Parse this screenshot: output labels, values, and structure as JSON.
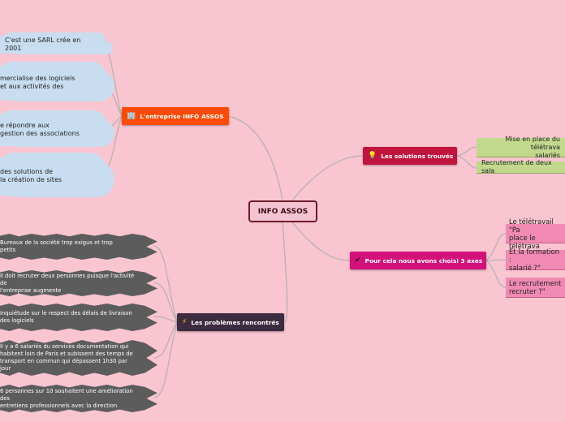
{
  "root": "INFO ASSOS",
  "entreprise": {
    "label": "L'entreprise INFO ASSOS",
    "icon": "building-icon",
    "color": "#ff4a00",
    "items": [
      "C'est une SARL crée en 2001",
      "mercialise des logiciels\net aux activités des",
      "e répondre aux\ngestion des associations",
      "des solutions de\nla création de sites"
    ]
  },
  "problemes": {
    "label": "Les problèmes rencontrés",
    "icon": "lightning-icon",
    "color": "#3d2b3f",
    "items": [
      "Bureaux de la société trop exigus et trop\npetits",
      "Il doit recruter deux personnes puisque l'activité de\nl'entreprise augmente",
      "Inquiétude sur le respect des délais de livraison\ndes logiciels",
      "Il y a 6 salariés du services documentation qui\nhabitent loin de Paris et subissent des temps de\ntransport en commun qui dépassent 1h30 par jour",
      "6 personnes sur 10 souhaitent une amélioration des\nentretiens professionnels avec la direction"
    ]
  },
  "solutions": {
    "label": "Les solutions trouvés",
    "icon": "lightbulb-icon",
    "color": "#c0143c",
    "items": [
      "Mise en place du télétrava\nsalariés",
      "Recrutement de deux sala"
    ]
  },
  "axes": {
    "label": "Pour cela nous avons choisi 3 axes",
    "icon": "checkmark-icon",
    "color": "#d4117a",
    "items": [
      "Le télétravail \"Pa\nplace le télétrava",
      "Et la formation :\nsalarié ?\"",
      "Le recrutement\nrecruter ?\""
    ]
  }
}
